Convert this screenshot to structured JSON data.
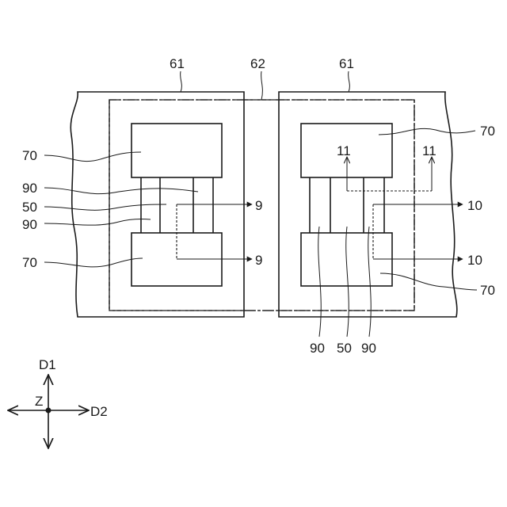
{
  "labels": {
    "wafer_left": "61",
    "scribe_region": "62",
    "wafer_right": "61",
    "left_pad_top": "70",
    "left_gate_top": "90",
    "left_channel": "50",
    "left_gate_bottom": "90",
    "left_pad_bottom": "70",
    "section_9_top": "9",
    "section_9_bottom": "9",
    "right_pad_top": "70",
    "section_11_left": "11",
    "section_11_right": "11",
    "section_10_top": "10",
    "section_10_bottom": "10",
    "right_pad_bottom": "70",
    "right_gate_left": "90",
    "right_channel": "50",
    "right_gate_right": "90"
  },
  "axes": {
    "d1": "D1",
    "d2": "D2",
    "z": "Z"
  }
}
